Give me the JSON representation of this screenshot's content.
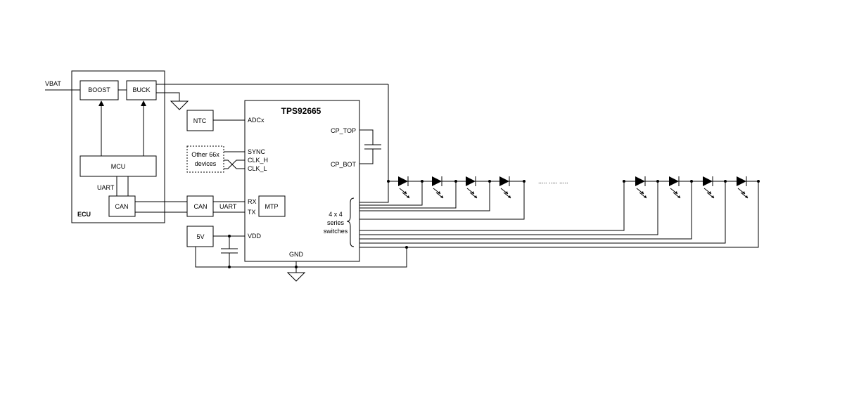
{
  "labels": {
    "vbat": "VBAT",
    "boost": "BOOST",
    "buck": "BUCK",
    "mcu": "MCU",
    "uart_ecu": "UART",
    "can_ecu": "CAN",
    "ecu": "ECU",
    "ntc": "NTC",
    "other_devices_line1": "Other 66x",
    "other_devices_line2": "devices",
    "can_ext": "CAN",
    "uart_ext": "UART",
    "mtp": "MTP",
    "five_v": "5V",
    "chip_name": "TPS92665",
    "adcx": "ADCx",
    "sync": "SYNC",
    "clk_h": "CLK_H",
    "clk_l": "CLK_L",
    "rx": "RX",
    "tx": "TX",
    "vdd": "VDD",
    "gnd": "GND",
    "cp_top": "CP_TOP",
    "cp_bot": "CP_BOT",
    "switches_line1": "4 x 4",
    "switches_line2": "series",
    "switches_line3": "switches",
    "ellipsis": "..... ..... ....."
  },
  "colors": {
    "line": "#000000",
    "background": "#ffffff"
  }
}
